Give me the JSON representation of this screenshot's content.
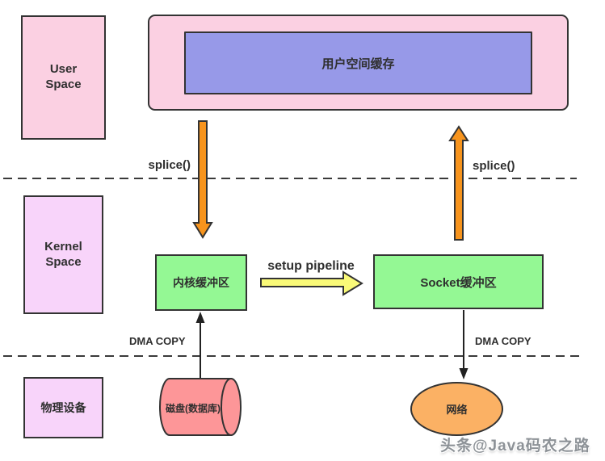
{
  "diagram": {
    "lanes": {
      "user_space": "User Space",
      "kernel_space": "Kernel Space",
      "physical_device": "物理设备"
    },
    "nodes": {
      "user_cache": "用户空间缓存",
      "kernel_buffer": "内核缓冲区",
      "socket_buffer": "Socket缓冲区",
      "disk": "磁盘(数据库)",
      "network": "网络"
    },
    "labels": {
      "splice_left": "splice()",
      "splice_right": "splice()",
      "setup_pipeline": "setup pipeline",
      "dma_left": "DMA COPY",
      "dma_right": "DMA COPY"
    },
    "watermark": "头条@Java码农之路",
    "colors": {
      "pink": "#fbd0e2",
      "violet": "#f8d4fa",
      "blue": "#9799e8",
      "green": "#94f894",
      "orange": "#f7941d",
      "yellow": "#fafa78",
      "coral": "#fd9698",
      "network_orange": "#fbb164",
      "stroke": "#333333"
    }
  }
}
